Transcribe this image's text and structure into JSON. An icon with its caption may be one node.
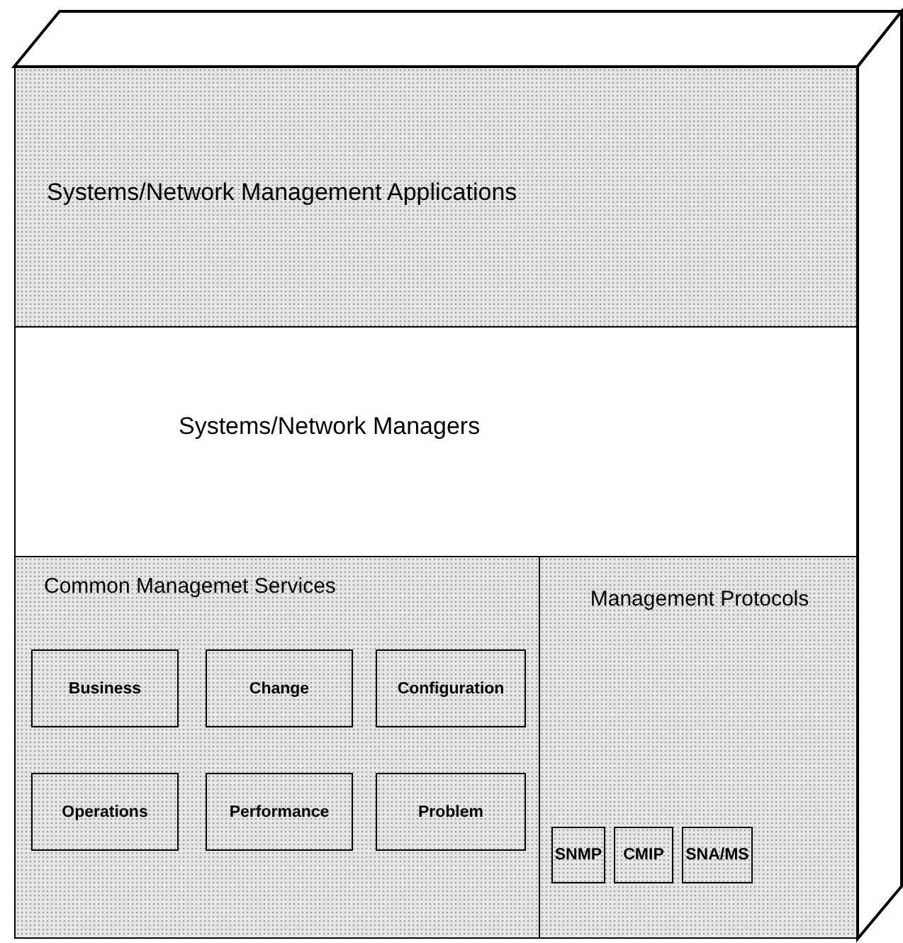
{
  "diagram": {
    "nodes": [
      {
        "text": [
          "Systems/Network Management Applications"
        ]
      },
      {
        "text": [
          "Systems/Network Managers"
        ]
      },
      {
        "text": [
          "Common Managemet Services"
        ]
      },
      {
        "text": [
          "Business"
        ],
        "in": 2
      },
      {
        "text": [
          "Change"
        ],
        "in": 2
      },
      {
        "text": [
          "Configuration"
        ],
        "in": 2
      },
      {
        "text": [
          "Operations"
        ],
        "in": 2
      },
      {
        "text": [
          "Performance"
        ],
        "in": 2
      },
      {
        "text": [
          "Problem"
        ],
        "in": 2
      },
      {
        "text": [
          "Management Protocols"
        ]
      },
      {
        "text": [
          "SNMP"
        ],
        "in": 9
      },
      {
        "text": [
          "CMIP"
        ],
        "in": 9
      },
      {
        "text": [
          "SNA/MS"
        ],
        "in": 9
      }
    ],
    "edges": []
  }
}
